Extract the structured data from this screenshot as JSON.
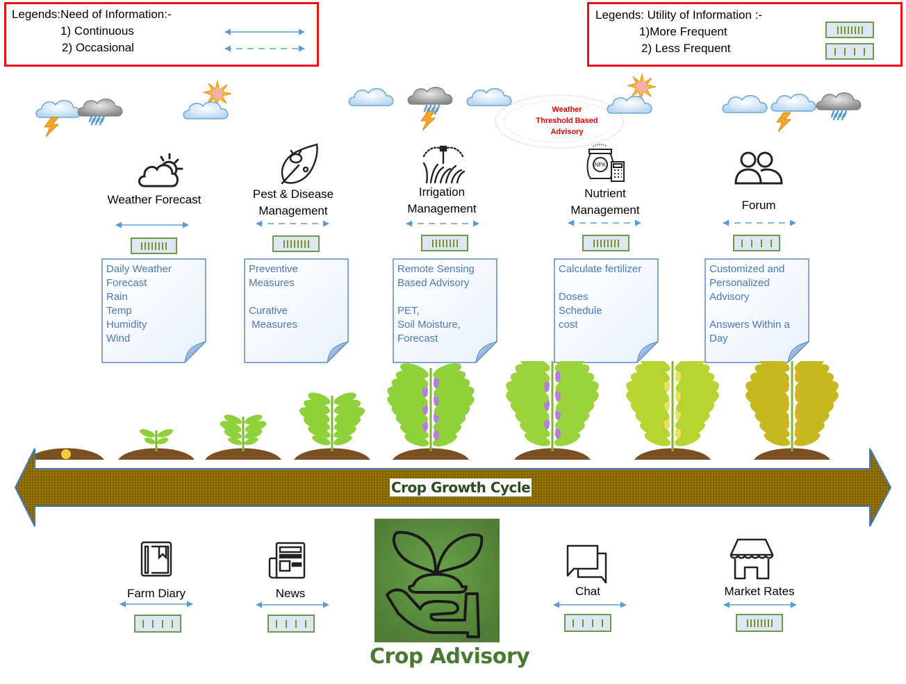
{
  "legend_need": {
    "title": "Legends:Need of Information:-",
    "items": [
      {
        "label": "1) Continuous",
        "line_style": "solid"
      },
      {
        "label": "2) Occasional",
        "line_style": "dashed"
      }
    ],
    "border_color": "#ee1111"
  },
  "legend_utility": {
    "title": "Legends: Utility of Information :-",
    "items": [
      {
        "label": "1)More Frequent",
        "bar_marks": 8
      },
      {
        "label": "2) Less Frequent",
        "bar_marks": 4
      }
    ]
  },
  "weather_threshold": {
    "lines": [
      "Weather",
      "Threshold Based",
      "Advisory"
    ],
    "color": "#ee0000"
  },
  "top_features": [
    {
      "id": "weather-forecast",
      "icon": "weather-cloud-sun-icon",
      "label_lines": [
        "Weather Forecast"
      ],
      "need": "continuous",
      "utility": "more-frequent",
      "details": "Daily Weather\nForecast\nRain\nTemp\nHumidity\nWind"
    },
    {
      "id": "pest-disease",
      "icon": "pest-leaf-icon",
      "label_lines": [
        "Pest & Disease",
        "Management"
      ],
      "need": "occasional",
      "utility": "more-frequent",
      "details": "Preventive\nMeasures\n\nCurative\n Measures"
    },
    {
      "id": "irrigation",
      "icon": "sprinkler-icon",
      "label_lines": [
        "Irrigation",
        "Management"
      ],
      "need": "occasional",
      "utility": "more-frequent",
      "details": "Remote Sensing\nBased Advisory\n\nPET,\nSoil Moisture,\nForecast"
    },
    {
      "id": "nutrient",
      "icon": "npk-bag-calculator-icon",
      "label_lines": [
        "Nutrient",
        "Management"
      ],
      "need": "occasional",
      "utility": "more-frequent",
      "details": "Calculate fertilizer\n\nDoses\nSchedule\ncost"
    },
    {
      "id": "forum",
      "icon": "users-icon",
      "label_lines": [
        "Forum"
      ],
      "need": "occasional",
      "utility": "less-frequent",
      "details": "Customized and\nPersonalized\nAdvisory\n\nAnswers Within a\nDay"
    }
  ],
  "growth_cycle": {
    "label": "Crop Growth Cycle",
    "stages": [
      "seed",
      "sprout",
      "seedling",
      "young-plant",
      "flowering",
      "pod-forming",
      "pod-filling",
      "mature"
    ],
    "bar_color": "#8a6a05"
  },
  "center": {
    "title": "Crop Advisory",
    "title_color": "#4a7a32",
    "icon": "plant-in-hand-icon"
  },
  "bottom_features": [
    {
      "id": "farm-diary",
      "icon": "diary-icon",
      "label": "Farm Diary",
      "need": "continuous",
      "utility": "less-frequent"
    },
    {
      "id": "news",
      "icon": "newspaper-icon",
      "label": "News",
      "need": "continuous",
      "utility": "less-frequent"
    },
    {
      "id": "chat",
      "icon": "chat-icon",
      "label": "Chat",
      "need": "continuous",
      "utility": "less-frequent"
    },
    {
      "id": "market-rates",
      "icon": "market-store-icon",
      "label": "Market Rates",
      "need": "continuous",
      "utility": "more-frequent"
    }
  ]
}
